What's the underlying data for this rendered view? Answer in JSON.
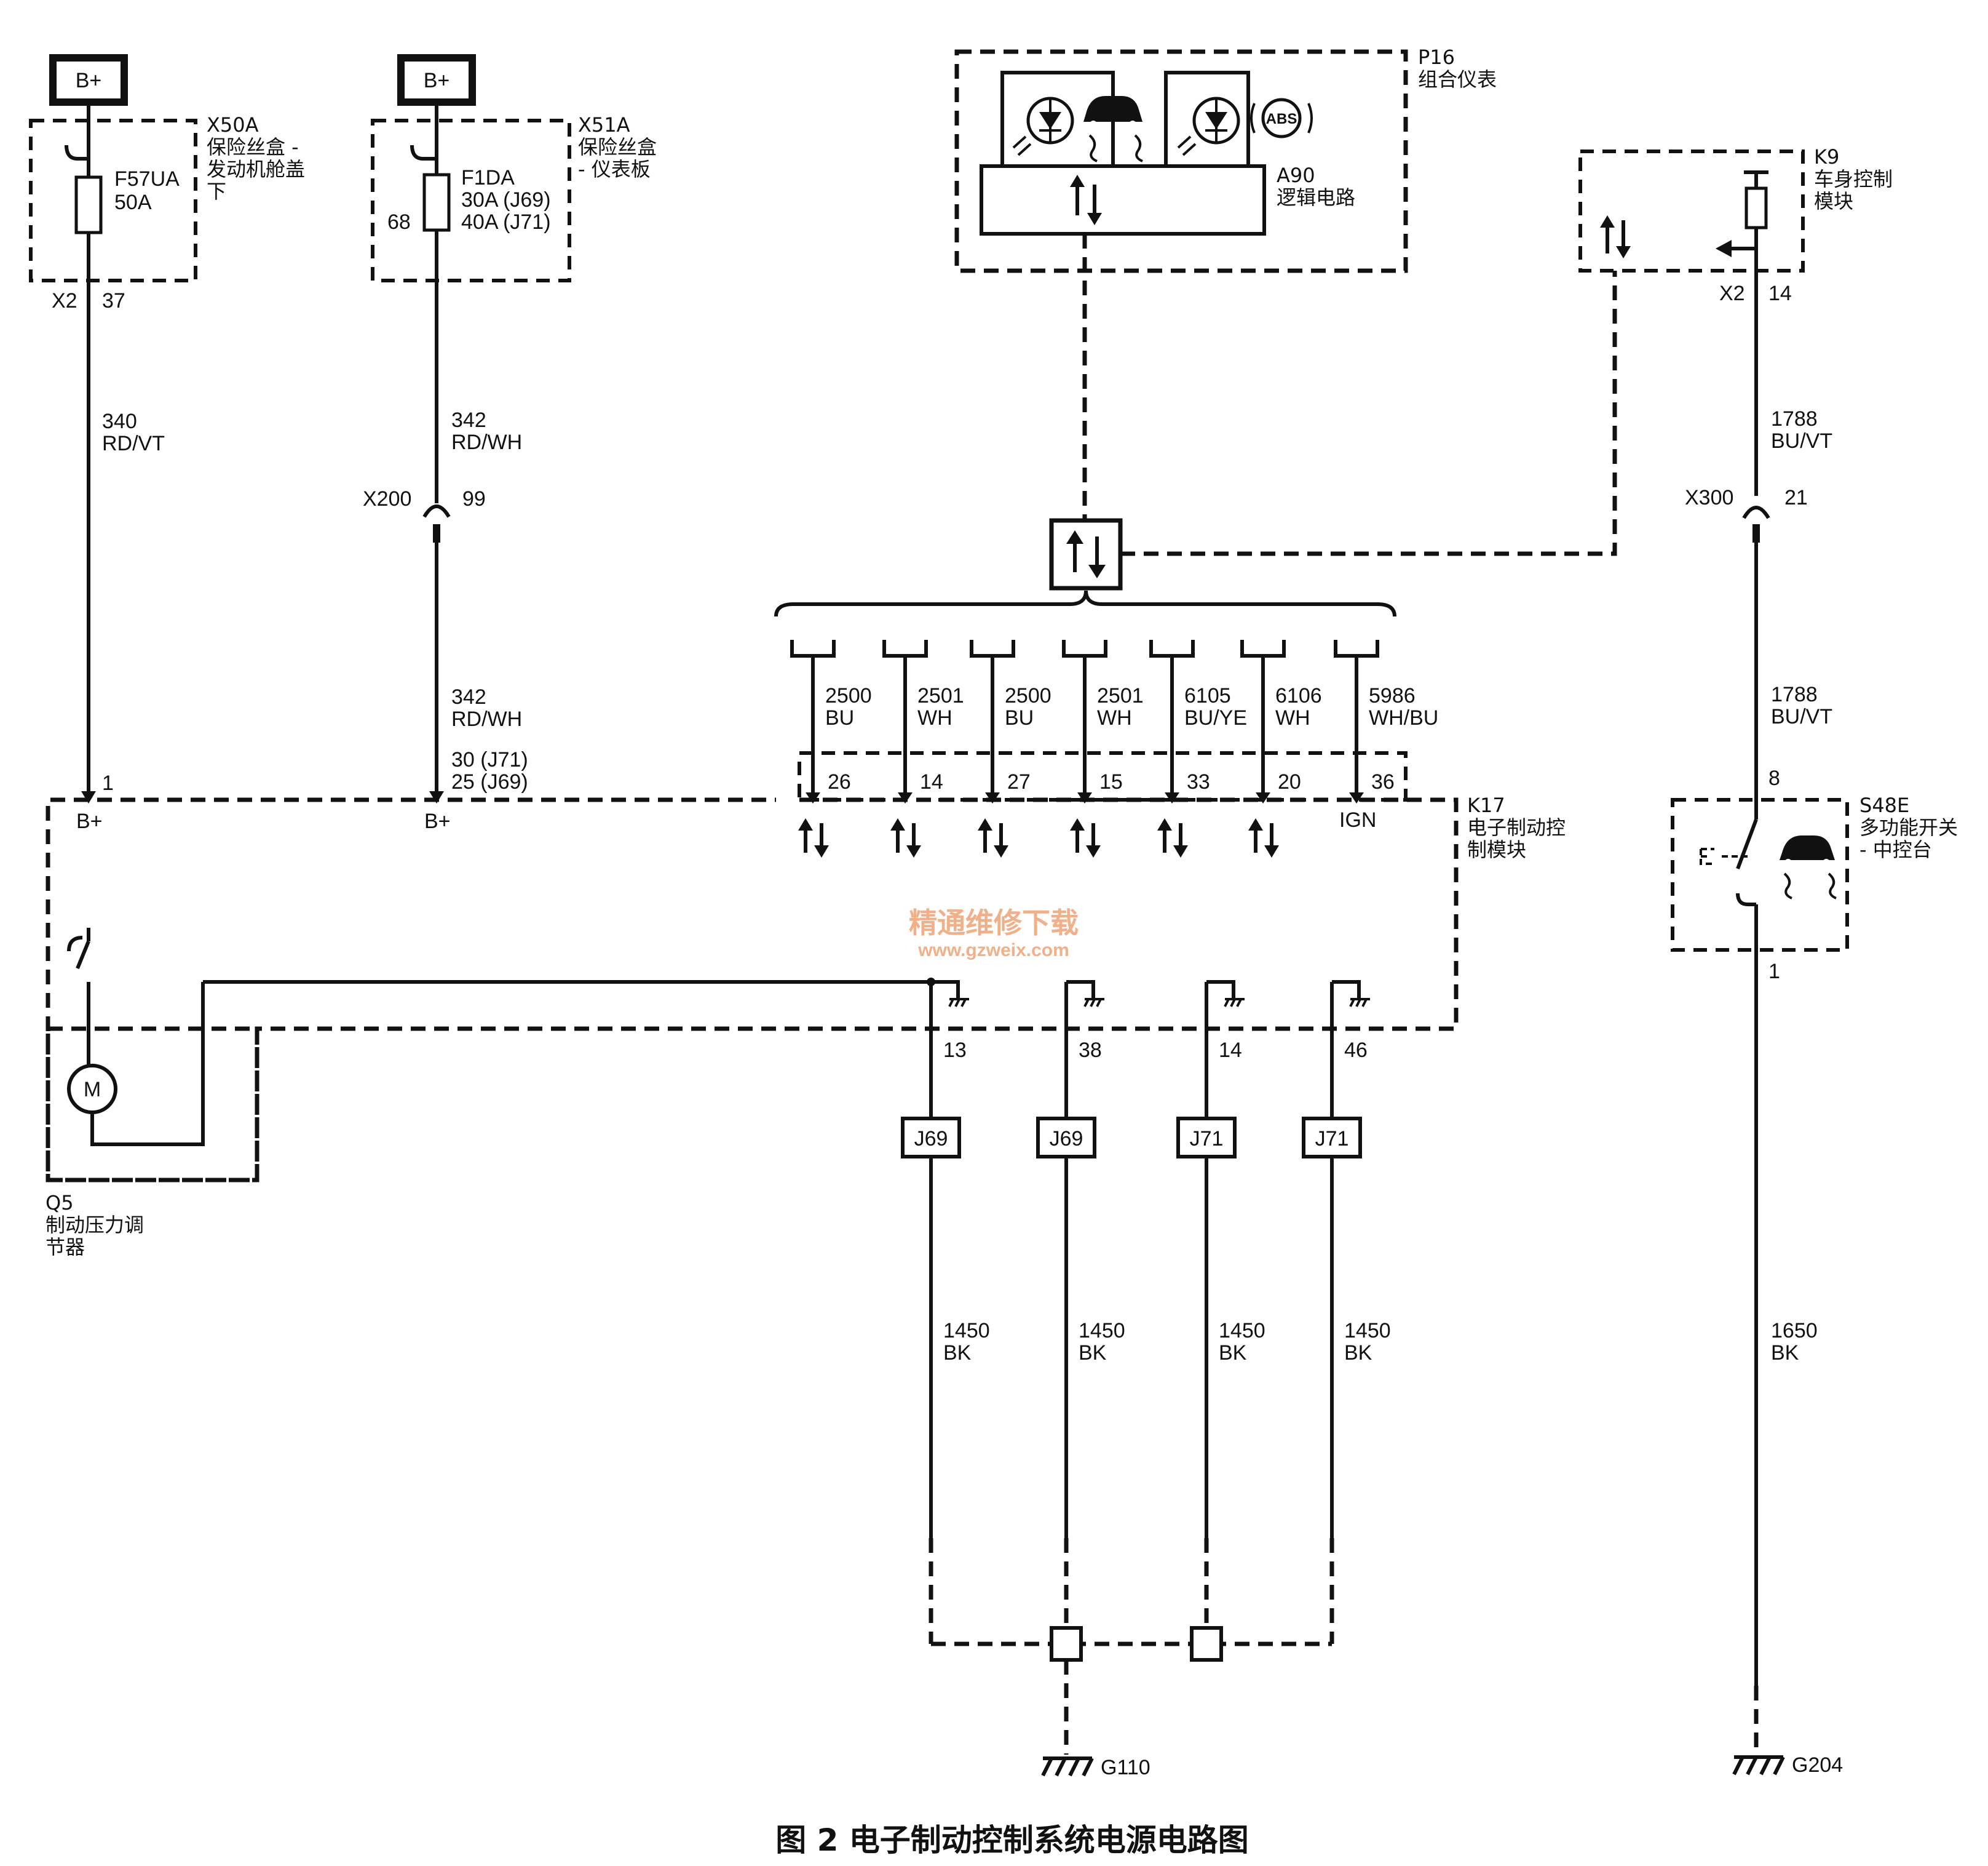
{
  "caption": "图 2   电子制动控制系统电源电路图",
  "watermark": {
    "cn": "精通维修下载",
    "url": "www.gzweix.com"
  },
  "fuse_box_1": {
    "id": "X50A",
    "name_line1": "保险丝盒 -",
    "name_line2": "发动机舱盖",
    "name_line3": "下",
    "supply": "B+",
    "fuse_name": "F57UA",
    "fuse_rating": "50A",
    "connector": "X2",
    "pin": "37",
    "wire_number": "340",
    "wire_color": "RD/VT"
  },
  "fuse_box_2": {
    "id": "X51A",
    "name_line1": "保险丝盒",
    "name_line2": "- 仪表板",
    "supply": "B+",
    "fuse_name": "F1DA",
    "fuse_rating_1": "30A (J69)",
    "fuse_rating_2": "40A (J71)",
    "fuse_pin": "68",
    "wire_top_number": "342",
    "wire_top_color": "RD/WH",
    "inline_connector": "X200",
    "inline_pin": "99",
    "wire_bottom_number": "342",
    "wire_bottom_color": "RD/WH",
    "module_pin_1": "30 (J71)",
    "module_pin_2": "25 (J69)"
  },
  "cluster": {
    "id": "P16",
    "name": "组合仪表",
    "logic_id": "A90",
    "logic_name": "逻辑电路",
    "abs_label": "ABS"
  },
  "body_module": {
    "id": "K9",
    "name_line1": "车身控制",
    "name_line2": "模块",
    "connector": "X2",
    "pin": "14",
    "wire_top_number": "1788",
    "wire_top_color": "BU/VT",
    "inline_connector": "X300",
    "inline_pin": "21",
    "wire_bottom_number": "1788",
    "wire_bottom_color": "BU/VT",
    "switch_pin_top": "8",
    "switch_pin_bottom": "1",
    "ground_wire_number": "1650",
    "ground_wire_color": "BK",
    "ground": "G204"
  },
  "switch": {
    "id": "S48E",
    "name_line1": "多功能开关",
    "name_line2": "- 中控台"
  },
  "ebcm": {
    "id": "K17",
    "name_line1": "电子制动控",
    "name_line2": "制模块",
    "bplus_pin": "1",
    "bplus_1": "B+",
    "bplus_2": "B+",
    "ign_label": "IGN",
    "data_lines": [
      {
        "number": "2500",
        "color": "BU",
        "pin": "26"
      },
      {
        "number": "2501",
        "color": "WH",
        "pin": "14"
      },
      {
        "number": "2500",
        "color": "BU",
        "pin": "27"
      },
      {
        "number": "2501",
        "color": "WH",
        "pin": "15"
      },
      {
        "number": "6105",
        "color": "BU/YE",
        "pin": "33"
      },
      {
        "number": "6106",
        "color": "WH",
        "pin": "20"
      },
      {
        "number": "5986",
        "color": "WH/BU",
        "pin": "36"
      }
    ],
    "ground_lines": [
      {
        "pin": "13",
        "variant": "J69",
        "number": "1450",
        "color": "BK"
      },
      {
        "pin": "38",
        "variant": "J69",
        "number": "1450",
        "color": "BK"
      },
      {
        "pin": "14",
        "variant": "J71",
        "number": "1450",
        "color": "BK"
      },
      {
        "pin": "46",
        "variant": "J71",
        "number": "1450",
        "color": "BK"
      }
    ],
    "ground": "G110"
  },
  "modulator": {
    "id": "Q5",
    "name_line1": "制动压力调",
    "name_line2": "节器",
    "motor_label": "M"
  }
}
